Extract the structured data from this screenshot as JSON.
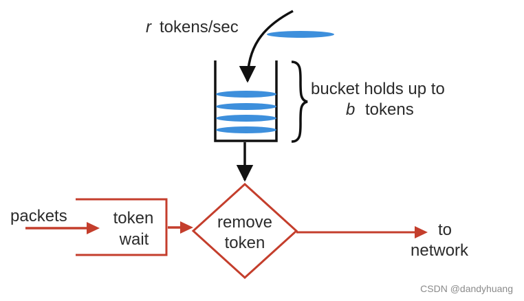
{
  "diagram": {
    "rate": {
      "symbol": "r",
      "text": "tokens/sec"
    },
    "bucket": {
      "line1": "bucket holds up to",
      "capacity_symbol": "b",
      "line2_text": "tokens",
      "token_count_shown": 4
    },
    "input": {
      "label": "packets"
    },
    "queue": {
      "line1": "token",
      "line2": "wait"
    },
    "decision": {
      "line1": "remove",
      "line2": "token"
    },
    "output": {
      "line1": "to",
      "line2": "network"
    },
    "colors": {
      "token": "#3d8fdc",
      "flow": "#c43e2c",
      "bucket": "#111111",
      "text": "#2b2b2b"
    }
  },
  "watermark": "CSDN @dandyhuang"
}
